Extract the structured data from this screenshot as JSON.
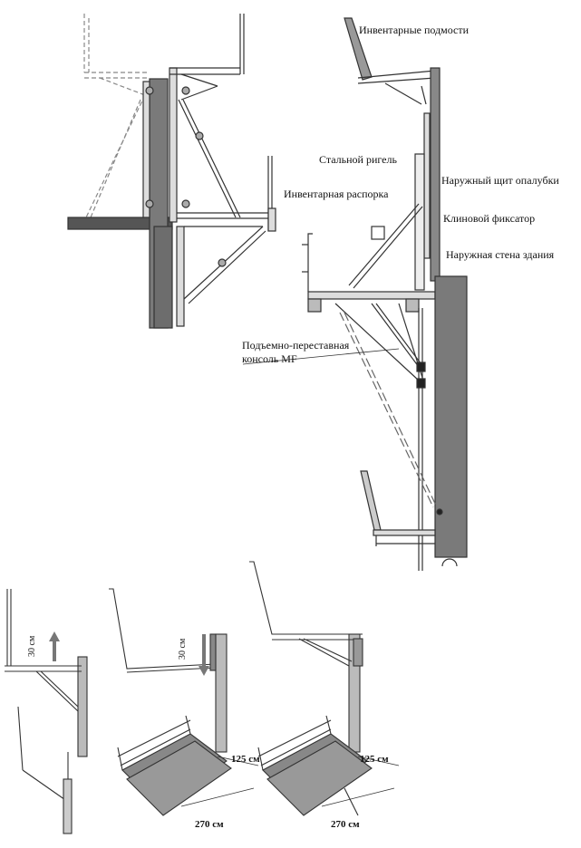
{
  "labels": {
    "scaffold": "Инвентарные подмости",
    "steel_beam": "Стальной ригель",
    "outer_shield": "Наружный щит опалубки",
    "strut": "Инвентарная распорка",
    "wedge": "Клиновой фиксатор",
    "outer_wall": "Наружная стена здания",
    "console_line1": "Подъемно-переставная",
    "console_line2": "консоль MF"
  },
  "dims": {
    "h1": "30 см",
    "h2": "30 см",
    "w1": "125 см",
    "w2": "125 см",
    "l1": "270 см",
    "l2": "270 см"
  },
  "colors": {
    "ink": "#2a2a2a",
    "concrete": "#7a7a7a",
    "dark": "#555555",
    "light": "#d9d9d9"
  }
}
